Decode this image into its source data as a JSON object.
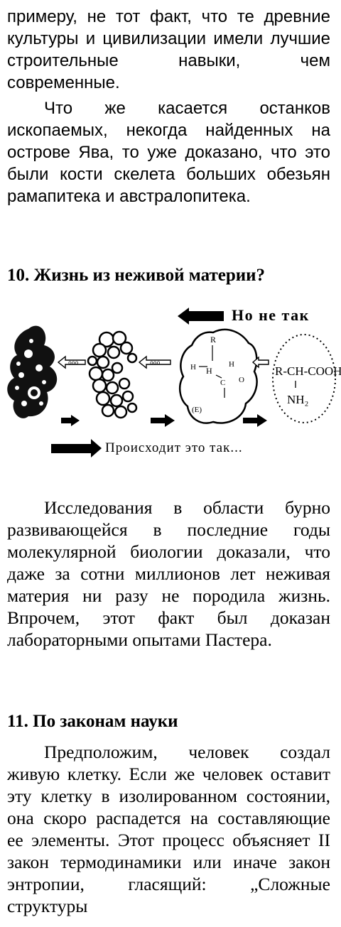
{
  "paragraphs": {
    "p1": "примеру, не тот факт, что те древние культуры и цивилизации имели лучшие строительные навыки, чем современные.",
    "p2": "Что же касается останков ископаемых, некогда найденных на острове Ява, то уже доказано, что это были кости скелета больших обезьян рамапитека и австралопитека.",
    "p3": "Исследования в области бурно развивающейся в последние годы молекулярной биологии доказали, что даже за сотни миллионов лет неживая материя ни разу не породила жизнь. Впрочем, этот факт был доказан лабораторными опытами Пастера.",
    "p4": "Предположим, человек создал живую клетку. Если же человек оставит эту клетку в изолированном состоянии, она скоро распадется на составляющие ее элементы. Этот процесс объясняет II закон термодинамики или иначе закон энтропии, гласящий: „Сложные структуры"
  },
  "headings": {
    "h10": "10. Жизнь из неживой материи?",
    "h11": "11. По законам науки"
  },
  "figure": {
    "caption_top": "Но не так",
    "caption_bottom": "Происходит это так...",
    "protein_labels": {
      "r": "R",
      "h_left": "H",
      "h_center": "H",
      "c": "C",
      "o_left": "O",
      "h_right": "H",
      "e": "(E)"
    },
    "amino_formula": {
      "line1": "R-CH-COOH",
      "line2": "NH₂"
    }
  }
}
